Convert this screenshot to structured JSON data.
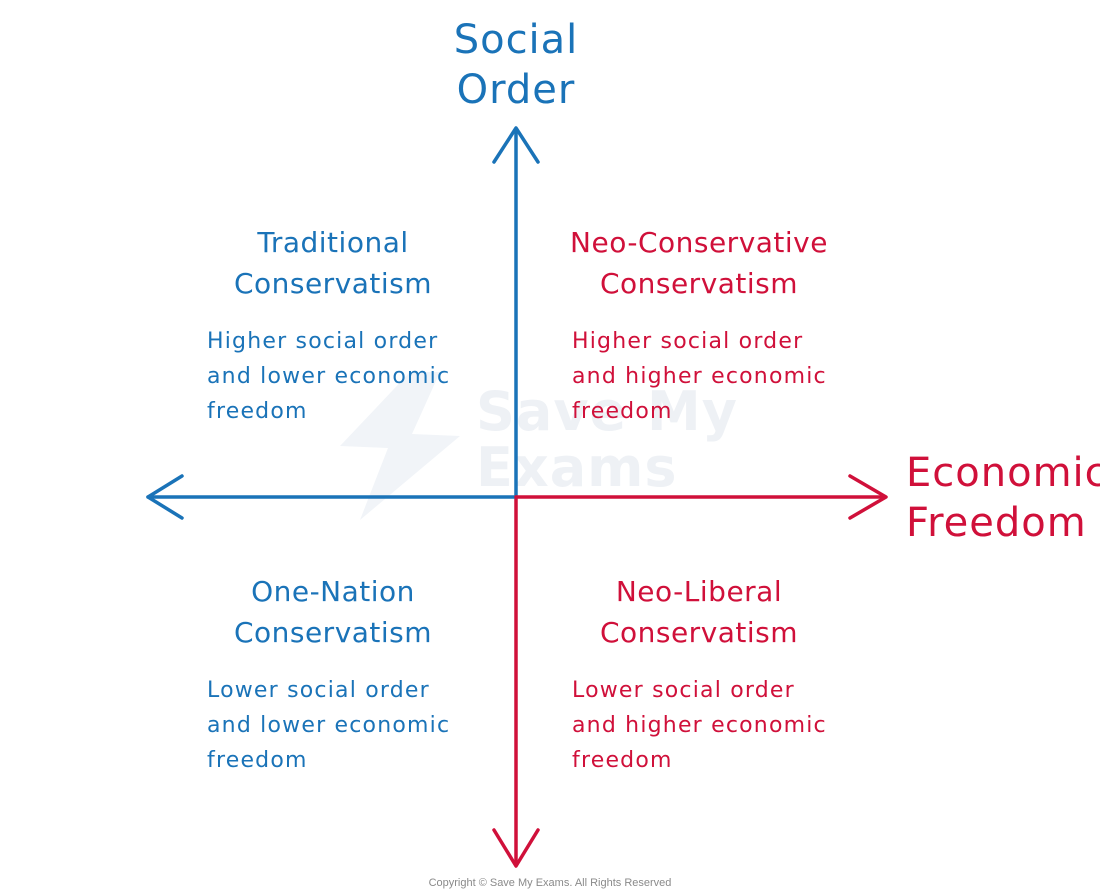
{
  "colors": {
    "blue": "#1a73b8",
    "red": "#d0103a",
    "watermark": "#eef1f5",
    "copyright": "#8a8a8a"
  },
  "y_axis": {
    "title_line1": "Social",
    "title_line2": "Order"
  },
  "x_axis": {
    "title_line1": "Economic",
    "title_line2": "Freedom"
  },
  "quadrants": {
    "top_left": {
      "title_line1": "Traditional",
      "title_line2": "Conservatism",
      "desc_line1": "Higher social order",
      "desc_line2": "and lower economic",
      "desc_line3": "freedom"
    },
    "top_right": {
      "title_line1": "Neo-Conservative",
      "title_line2": "Conservatism",
      "desc_line1": "Higher social order",
      "desc_line2": "and higher economic",
      "desc_line3": "freedom"
    },
    "bottom_left": {
      "title_line1": "One-Nation",
      "title_line2": "Conservatism",
      "desc_line1": "Lower social order",
      "desc_line2": "and lower economic",
      "desc_line3": "freedom"
    },
    "bottom_right": {
      "title_line1": "Neo-Liberal",
      "title_line2": "Conservatism",
      "desc_line1": "Lower social order",
      "desc_line2": "and higher economic",
      "desc_line3": "freedom"
    }
  },
  "watermark": {
    "line1": "Save My",
    "line2": "Exams"
  },
  "copyright": "Copyright © Save My Exams. All Rights Reserved"
}
